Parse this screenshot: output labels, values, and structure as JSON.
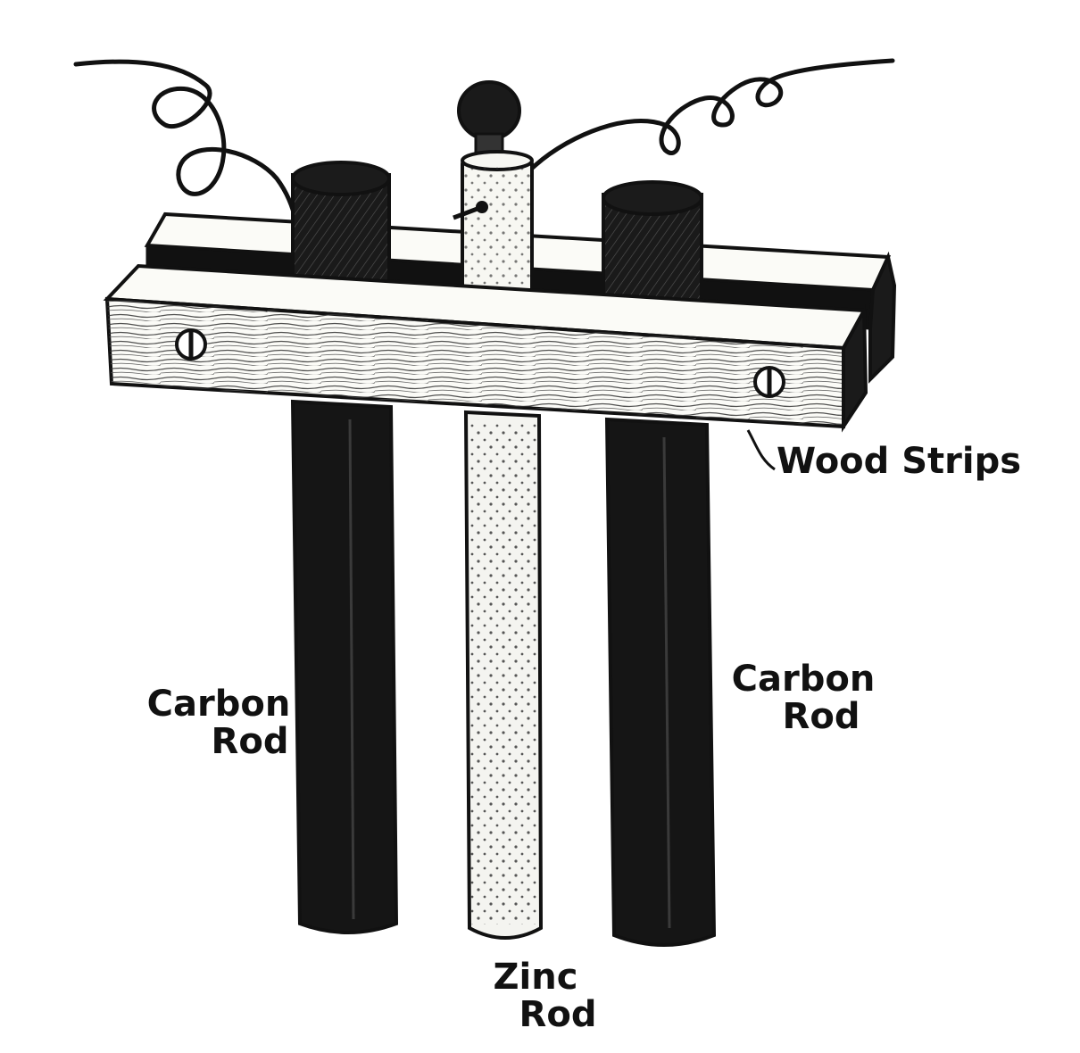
{
  "labels": {
    "wood_strips": "Wood Strips",
    "carbon_rod_left": [
      "Carbon",
      "Rod"
    ],
    "carbon_rod_right": [
      "Carbon",
      "Rod"
    ],
    "zinc_rod": [
      "Zinc",
      "Rod"
    ]
  },
  "colors": {
    "ink": "#111111",
    "paper": "#ffffff",
    "carbon": "#141414",
    "zinc_fill": "#f4f4f0",
    "wood_fill": "#fbfbf7"
  }
}
